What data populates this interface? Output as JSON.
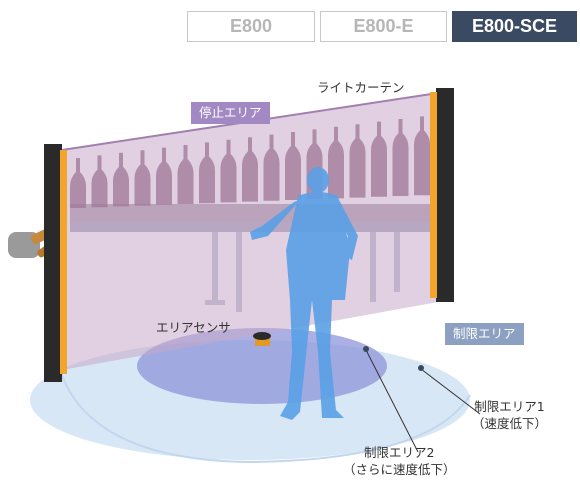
{
  "tabs": [
    {
      "label": "E800",
      "active": false
    },
    {
      "label": "E800-E",
      "active": false
    },
    {
      "label": "E800-SCE",
      "active": true
    }
  ],
  "labels": {
    "light_curtain": "ライトカーテン",
    "stop_area": "停止エリア",
    "area_sensor": "エリアセンサ",
    "limit_area": "制限エリア",
    "limit_area_1_line1": "制限エリア1",
    "limit_area_1_line2": "（速度低下）",
    "limit_area_2_line1": "制限エリア2",
    "limit_area_2_line2": "（さらに速度低下）"
  },
  "colors": {
    "active_tab": "#3a4a63",
    "stop_area": "#a389c4",
    "limit_area": "#8ca0c2",
    "curtain_pole": "#f3a42a",
    "person": "#5aa0e6"
  }
}
